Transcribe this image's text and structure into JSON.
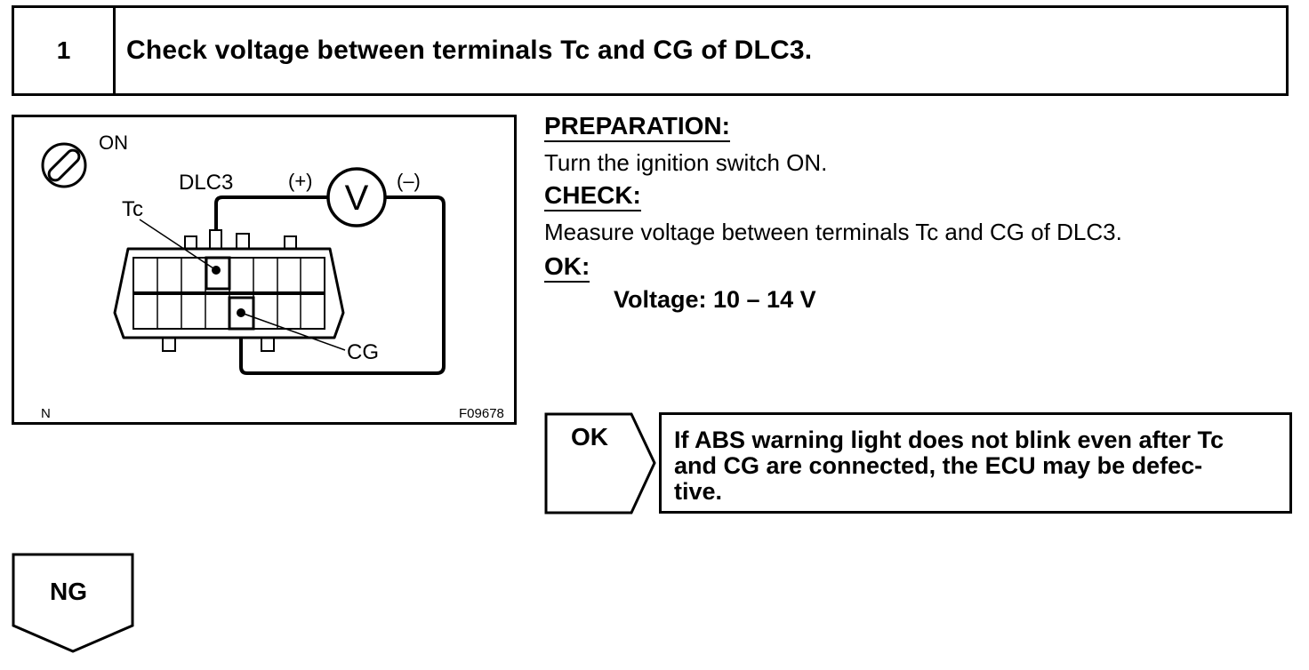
{
  "step": {
    "number": "1",
    "title": "Check voltage between terminals Tc and CG of DLC3."
  },
  "diagram": {
    "ignition_label": "ON",
    "connector_label": "DLC3",
    "plus_label": "(+)",
    "minus_label": "(–)",
    "meter_symbol": "V",
    "tc_label": "Tc",
    "cg_label": "CG",
    "corner_code": "N",
    "figure_id": "F09678"
  },
  "instructions": {
    "preparation_heading": "PREPARATION:",
    "preparation_text": "Turn the ignition switch ON.",
    "check_heading": "CHECK:",
    "check_text": "Measure voltage between terminals Tc and CG of DLC3.",
    "ok_heading": "OK:",
    "ok_spec": "Voltage: 10 – 14 V"
  },
  "results": {
    "ok_label": "OK",
    "ok_lines": [
      "If ABS warning light does not blink even after Tc",
      "and CG are connected, the ECU may be defec-",
      "tive."
    ],
    "ng_label": "NG"
  }
}
